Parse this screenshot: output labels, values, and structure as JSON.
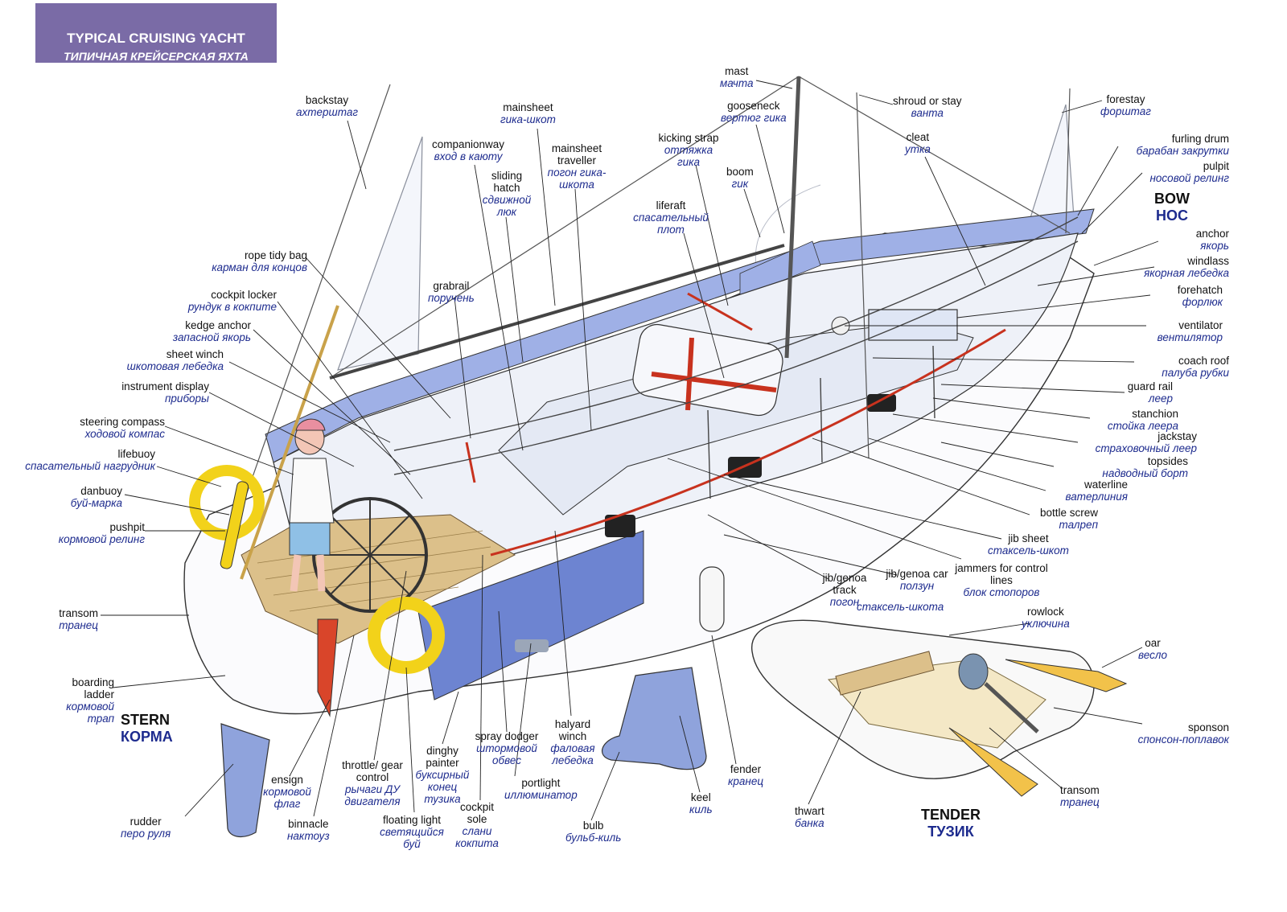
{
  "title": {
    "en": "TYPICAL CRUISING YACHT",
    "ru": "ТИПИЧНАЯ КРЕЙСЕРСКАЯ ЯХТА"
  },
  "sections": {
    "stern": {
      "en": "STERN",
      "ru": "КОРМА"
    },
    "bow": {
      "en": "BOW",
      "ru": "НОС"
    },
    "tender": {
      "en": "TENDER",
      "ru": "ТУЗИК"
    }
  },
  "labels": {
    "backstay": {
      "en": "backstay",
      "ru": "ахтерштаг"
    },
    "mainsheet": {
      "en": "mainsheet",
      "ru": "гика-шкот"
    },
    "companionway": {
      "en": "companionway",
      "ru": "вход в каюту"
    },
    "mainsheet_traveller": {
      "en": "mainsheet traveller",
      "ru": "погон гика-шкота"
    },
    "sliding_hatch": {
      "en": "sliding hatch",
      "ru": "сдвижной люк"
    },
    "mast": {
      "en": "mast",
      "ru": "мачта"
    },
    "gooseneck": {
      "en": "gooseneck",
      "ru": "вертюг гика"
    },
    "kicking_strap": {
      "en": "kicking strap",
      "ru": "оттяжка гика"
    },
    "boom": {
      "en": "boom",
      "ru": "гик"
    },
    "liferaft": {
      "en": "liferaft",
      "ru": "спасательный плот"
    },
    "shroud": {
      "en": "shroud or stay",
      "ru": "ванта"
    },
    "cleat": {
      "en": "cleat",
      "ru": "утка"
    },
    "forestay": {
      "en": "forestay",
      "ru": "форштаг"
    },
    "furling_drum": {
      "en": "furling drum",
      "ru": "барабан закрутки"
    },
    "pulpit": {
      "en": "pulpit",
      "ru": "носовой релинг"
    },
    "anchor": {
      "en": "anchor",
      "ru": "якорь"
    },
    "windlass": {
      "en": "windlass",
      "ru": "якорная лебедка"
    },
    "forehatch": {
      "en": "forehatch",
      "ru": "форлюк"
    },
    "ventilator": {
      "en": "ventilator",
      "ru": "вентилятор"
    },
    "coach_roof": {
      "en": "coach roof",
      "ru": "палуба рубки"
    },
    "guard_rail": {
      "en": "guard rail",
      "ru": "леер"
    },
    "stanchion": {
      "en": "stanchion",
      "ru": "стойка леера"
    },
    "jackstay": {
      "en": "jackstay",
      "ru": "страховочный леер"
    },
    "topsides": {
      "en": "topsides",
      "ru": "надводный борт"
    },
    "waterline": {
      "en": "waterline",
      "ru": "ватерлиния"
    },
    "bottle_screw": {
      "en": "bottle screw",
      "ru": "талреп"
    },
    "jib_sheet": {
      "en": "jib sheet",
      "ru": "стаксель-шкот"
    },
    "jammers": {
      "en": "jammers for control lines",
      "ru": "блок стопоров"
    },
    "jib_car": {
      "en": "jib/genoa car",
      "ru": "ползун"
    },
    "jib_track": {
      "en": "jib/genoa track",
      "ru": "погон"
    },
    "jib_track_ru2": "стаксель-шкота",
    "rowlock": {
      "en": "rowlock",
      "ru": "уключина"
    },
    "oar": {
      "en": "oar",
      "ru": "весло"
    },
    "sponson": {
      "en": "sponson",
      "ru": "спонсон-поплавок"
    },
    "transom_tender": {
      "en": "transom",
      "ru": "транец"
    },
    "thwart": {
      "en": "thwart",
      "ru": "банка"
    },
    "fender": {
      "en": "fender",
      "ru": "кранец"
    },
    "keel": {
      "en": "keel",
      "ru": "киль"
    },
    "bulb": {
      "en": "bulb",
      "ru": "бульб-киль"
    },
    "halyard_winch": {
      "en": "halyard winch",
      "ru": "фаловая лебедка"
    },
    "portlight": {
      "en": "portlight",
      "ru": "иллюминатор"
    },
    "spray_dodger": {
      "en": "spray dodger",
      "ru": "штормовой обвес"
    },
    "cockpit_sole": {
      "en": "cockpit sole",
      "ru": "слани кокпита"
    },
    "dinghy_painter": {
      "en": "dinghy painter",
      "ru": "буксирный конец тузика"
    },
    "floating_light": {
      "en": "floating light",
      "ru": "светящийся буй"
    },
    "throttle": {
      "en": "throttle/ gear control",
      "ru": "рычаги ДУ двигателя"
    },
    "binnacle": {
      "en": "binnacle",
      "ru": "нактоуз"
    },
    "ensign": {
      "en": "ensign",
      "ru": "кормовой флаг"
    },
    "rudder": {
      "en": "rudder",
      "ru": "перо руля"
    },
    "boarding_ladder": {
      "en": "boarding ladder",
      "ru": "кормовой трап"
    },
    "transom": {
      "en": "transom",
      "ru": "транец"
    },
    "pushpit": {
      "en": "pushpit",
      "ru": "кормовой релинг"
    },
    "danbuoy": {
      "en": "danbuoy",
      "ru": "буй-марка"
    },
    "lifebuoy": {
      "en": "lifebuoy",
      "ru": "спасательный нагрудник"
    },
    "steering_compass": {
      "en": "steering compass",
      "ru": "ходовой компас"
    },
    "instrument_display": {
      "en": "instrument display",
      "ru": "приборы"
    },
    "sheet_winch": {
      "en": "sheet winch",
      "ru": "шкотовая лебедка"
    },
    "kedge_anchor": {
      "en": "kedge anchor",
      "ru": "запасной якорь"
    },
    "cockpit_locker": {
      "en": "cockpit locker",
      "ru": "рундук в кокпите"
    },
    "rope_tidy_bag": {
      "en": "rope tidy bag",
      "ru": "карман для концов"
    },
    "grabrail": {
      "en": "grabrail",
      "ru": "поручень"
    }
  },
  "colors": {
    "title_bg": "#7a6ba6",
    "russian_text": "#1d2b8e",
    "hull_blue": "#8fa3dc",
    "deck_light": "#dfe6f5",
    "rope_red": "#c8321e",
    "buoy_yellow": "#f2d21a",
    "teak": "#dcc08a"
  }
}
